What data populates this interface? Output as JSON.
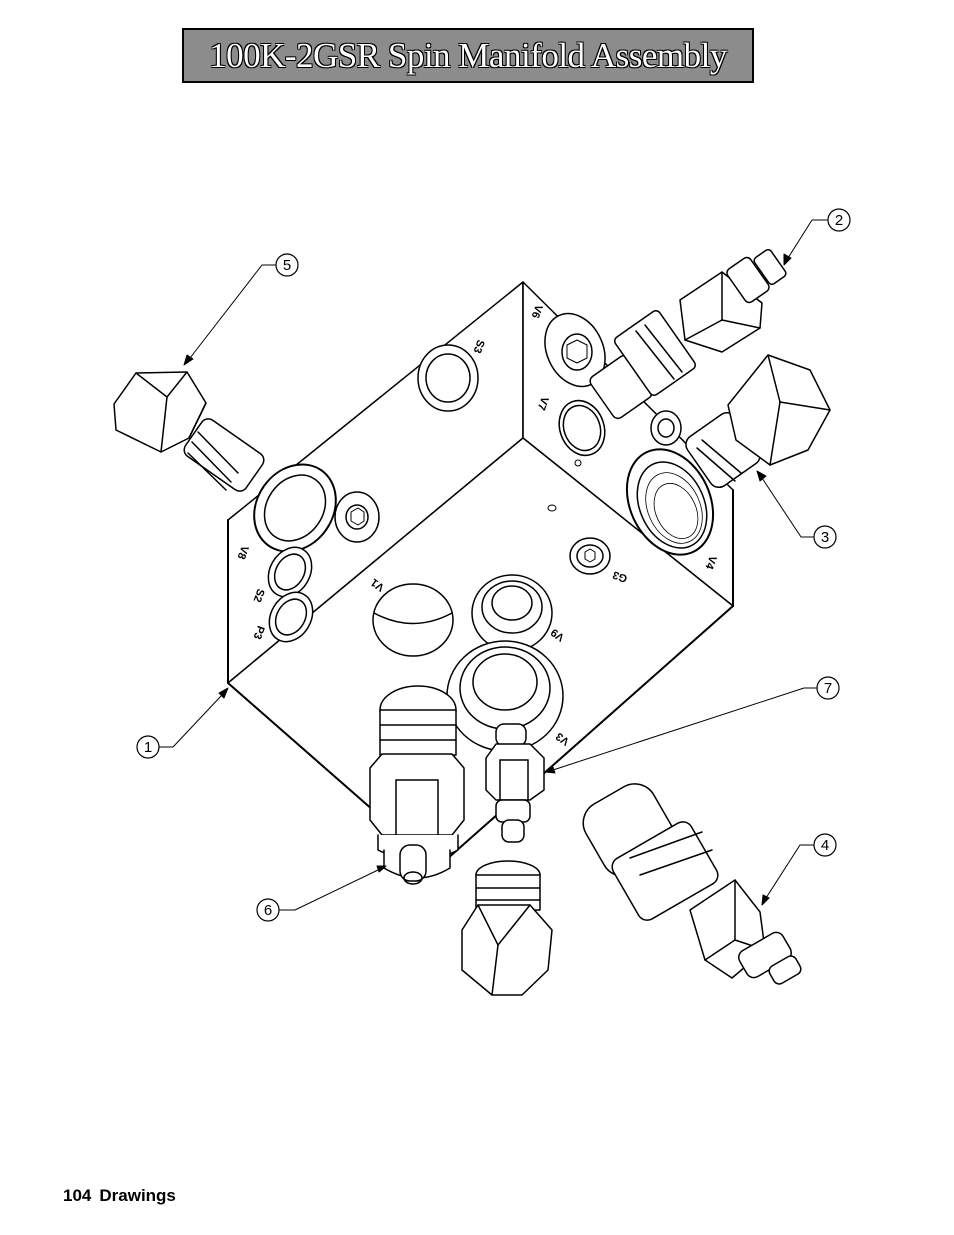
{
  "title": "100K-2GSR Spin Manifold Assembly",
  "callouts": [
    "1",
    "2",
    "3",
    "4",
    "5",
    "6",
    "7"
  ],
  "port_labels": {
    "v6": "V6",
    "v7": "V7",
    "s3": "S3",
    "g3": "G3",
    "v4": "V4",
    "v8": "V8",
    "s2": "S2",
    "p3": "P3",
    "v1": "V1",
    "v9": "V9",
    "v3": "V3"
  },
  "footer": {
    "page_number": "104",
    "section": "Drawings"
  }
}
